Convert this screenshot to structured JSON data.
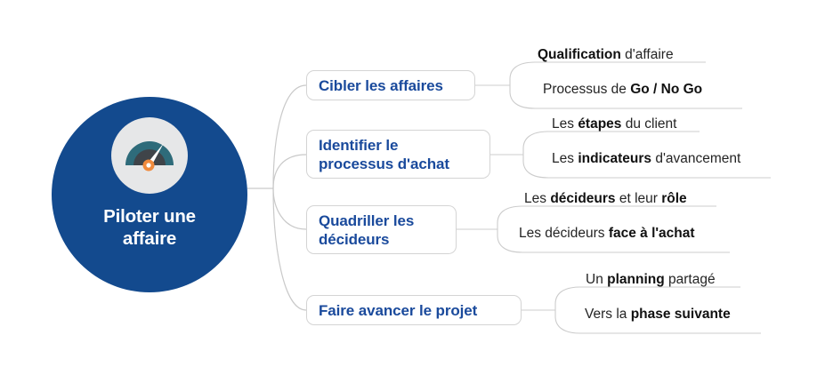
{
  "diagram": {
    "title": "Piloter une affaire",
    "type": "mind-map",
    "background_color": "#ffffff",
    "accent_color": "#134A8E",
    "branch_text_color": "#1A4A9C",
    "leaf_text_color": "#242424",
    "connector_color": "#C9C9C9"
  },
  "center": {
    "label_line1": "Piloter une",
    "label_line2": "affaire",
    "icon": "gauge-icon",
    "icon_colors": {
      "disc": "#E6E7E8",
      "outer_arc": "#2E6B7A",
      "inner_arc": "#3F4449",
      "needle": "#FFFFFF",
      "hub": "#F08A3C"
    },
    "circle_color": "#134A8E"
  },
  "branches": [
    {
      "id": "cibler",
      "label_line1": "Cibler les affaires",
      "label_line2": "",
      "leaves": [
        {
          "before": "",
          "bold": "Qualification",
          "after": " d'affaire"
        },
        {
          "before": "Processus de ",
          "bold": "Go / No Go",
          "after": ""
        }
      ]
    },
    {
      "id": "identifier",
      "label_line1": "Identifier le",
      "label_line2": "processus d'achat",
      "leaves": [
        {
          "before": "Les ",
          "bold": "étapes",
          "after": " du client"
        },
        {
          "before": "Les ",
          "bold": "indicateurs",
          "after": " d'avancement"
        }
      ]
    },
    {
      "id": "quadriller",
      "label_line1": "Quadriller les",
      "label_line2": "décideurs",
      "leaves": [
        {
          "before": "Les ",
          "bold": "décideurs",
          "after": " et leur ",
          "bold2": "rôle"
        },
        {
          "before": "Les décideurs ",
          "bold": "face à l'achat",
          "after": ""
        }
      ]
    },
    {
      "id": "faire-avancer",
      "label_line1": "Faire avancer le projet",
      "label_line2": "",
      "leaves": [
        {
          "before": "Un ",
          "bold": "planning",
          "after": " partagé"
        },
        {
          "before": "Vers la ",
          "bold": "phase suivante",
          "after": ""
        }
      ]
    }
  ]
}
